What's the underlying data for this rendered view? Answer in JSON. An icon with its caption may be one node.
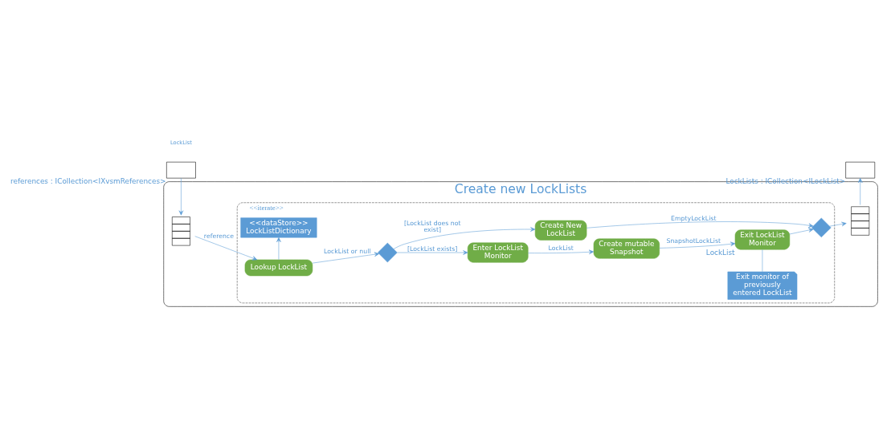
{
  "diagram": {
    "nodes": [
      {
        "text": [
          "Create new LockLists"
        ]
      },
      {
        "text": [],
        "shape": "box",
        "beside": [
          "references : ICollection<IXvsmReferences>"
        ]
      },
      {
        "text": [
          "<<iterate>>"
        ],
        "in": 0
      },
      {
        "text": [],
        "shape": "box",
        "in": 0
      },
      {
        "text": [
          "Lookup LockList"
        ],
        "in": 2
      },
      {
        "text": [
          "<<dataStore>> LockListDictionary"
        ],
        "in": 2
      },
      {
        "text": [],
        "shape": "diamond",
        "in": 2
      },
      {
        "text": [
          "Enter LockList Monitor"
        ],
        "in": 2
      },
      {
        "text": [
          "Exit monitor of previously entered LockList"
        ],
        "in": 2
      },
      {
        "text": [
          "Create mutable Snapshot"
        ],
        "in": 2
      },
      {
        "text": [
          "Exit LockList Monitor"
        ],
        "in": 2,
        "beside": [
          "LockList"
        ]
      },
      {
        "text": [
          "Create New LockList"
        ],
        "in": 2
      },
      {
        "text": [],
        "shape": "diamond",
        "in": 2
      },
      {
        "text": [],
        "shape": "box",
        "in": 0
      },
      {
        "text": [],
        "shape": "box",
        "beside": [
          "LockLists : ICollection<ILockList>"
        ]
      }
    ],
    "edges": [
      {
        "from": 1,
        "to": 3,
        "arrow": "to"
      },
      {
        "from": 3,
        "to": 4,
        "arrow": "to",
        "label": "reference"
      },
      {
        "from": 4,
        "to": 6,
        "arrow": "to",
        "label": "LockList or null"
      },
      {
        "from": 4,
        "to": 5,
        "arrow": "to"
      },
      {
        "from": 6,
        "to": 7,
        "arrow": "to",
        "label": "[LockList exists]"
      },
      {
        "from": 6,
        "to": 11,
        "arrow": "to",
        "label": "[LockList does not exist]"
      },
      {
        "from": 7,
        "to": 9,
        "arrow": "to",
        "label": "LockList"
      },
      {
        "from": 9,
        "to": 10,
        "arrow": "to",
        "label": "SnapshotLockList"
      },
      {
        "from": 8,
        "to": 10,
        "arrow": "none"
      },
      {
        "from": 10,
        "to": 12,
        "arrow": "to"
      },
      {
        "from": 11,
        "to": 12,
        "arrow": "to",
        "label": "EmptyLockList"
      },
      {
        "from": 12,
        "to": 13,
        "arrow": "to"
      },
      {
        "from": 13,
        "to": 14,
        "arrow": "to"
      }
    ],
    "labels": [
      "LockList"
    ]
  }
}
